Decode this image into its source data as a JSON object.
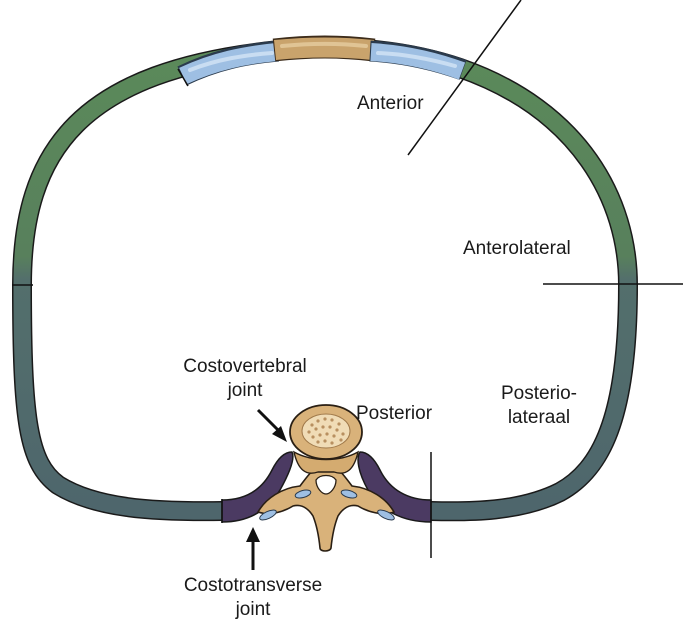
{
  "labels": {
    "anterior": "Anterior",
    "anterolateral": "Anterolateral",
    "posterior": "Posterior",
    "posteriolateral_line1": "Posterio-",
    "posteriolateral_line2": "lateraal",
    "costovertebral_line1": "Costovertebral",
    "costovertebral_line2": "joint",
    "costotransverse_line1": "Costotransverse",
    "costotransverse_line2": "joint"
  },
  "colors": {
    "sternum": "#c9a36c",
    "costal_cartilage": "#9ebfe3",
    "rib_anterior": "#57805a",
    "rib_posterior": "#4f6b6e",
    "joint": "#4b3a62",
    "vertebra": "#d9b27a",
    "outline": "#1a1a1a"
  }
}
